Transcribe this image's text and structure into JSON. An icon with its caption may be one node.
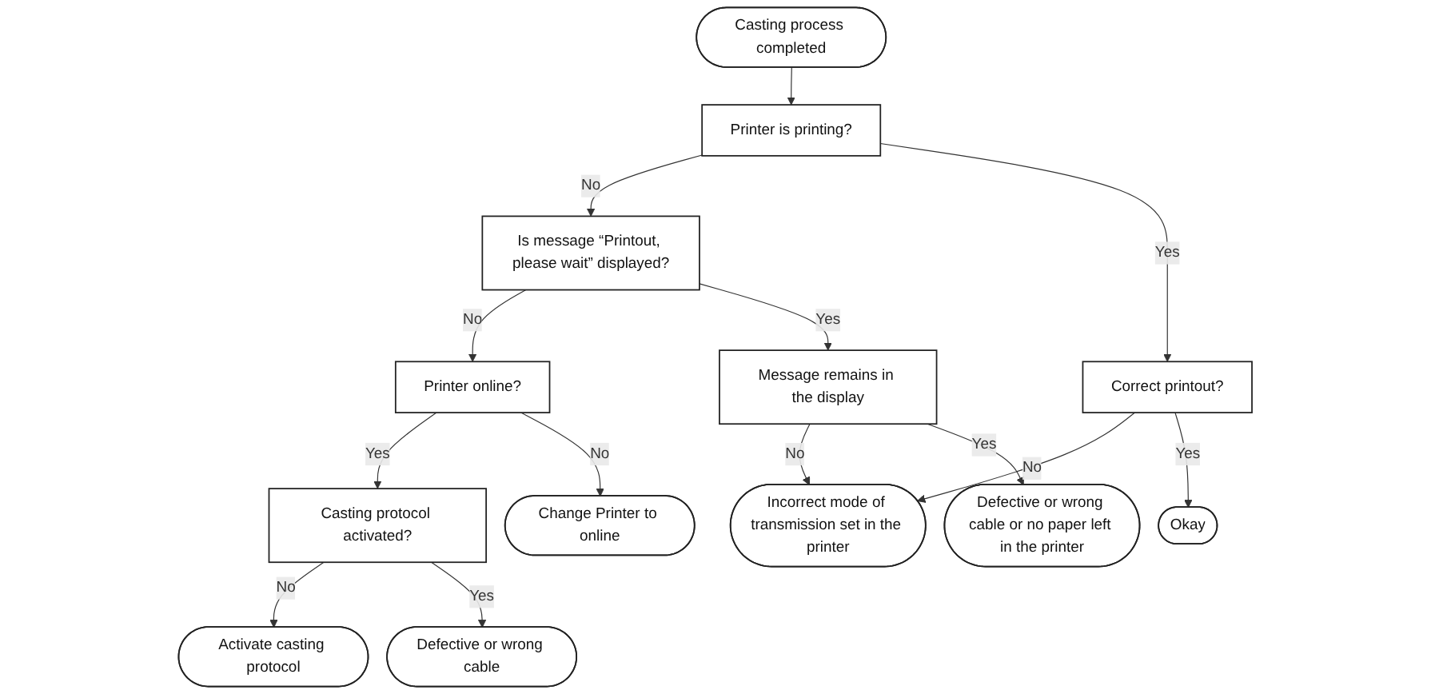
{
  "diagram": {
    "nodes": [
      {
        "text": [
          "Casting process completed"
        ]
      },
      {
        "text": [
          "Printer is printing?"
        ]
      },
      {
        "text": [
          "Is message “Printout, please wait” displayed?"
        ]
      },
      {
        "text": [
          "Printer online?"
        ]
      },
      {
        "text": [
          "Casting protocol activated?"
        ]
      },
      {
        "text": [
          "Message remains in the display"
        ]
      },
      {
        "text": [
          "Change Printer to online"
        ]
      },
      {
        "text": [
          "Activate casting protocol"
        ]
      },
      {
        "text": [
          "Correct printout?"
        ]
      },
      {
        "text": [
          "Okay"
        ]
      },
      {
        "text": [
          "Incorrect mode of transmission set in the printer"
        ]
      },
      {
        "text": [
          "Defective or wrong cable or no paper left in the printer"
        ]
      },
      {
        "text": [
          "Defective or wrong cable"
        ]
      }
    ],
    "edges": [
      {
        "from": 0,
        "to": 1,
        "arrow": "to"
      },
      {
        "from": 1,
        "to": 2,
        "arrow": "to",
        "label": "No"
      },
      {
        "from": 1,
        "to": 8,
        "arrow": "to",
        "label": "Yes"
      },
      {
        "from": 2,
        "to": 3,
        "arrow": "to",
        "label": "No"
      },
      {
        "from": 2,
        "to": 5,
        "arrow": "to",
        "label": "Yes"
      },
      {
        "from": 3,
        "to": 4,
        "arrow": "to",
        "label": "Yes"
      },
      {
        "from": 3,
        "to": 6,
        "arrow": "to",
        "label": "No"
      },
      {
        "from": 4,
        "to": 7,
        "arrow": "to",
        "label": "No"
      },
      {
        "from": 4,
        "to": 12,
        "arrow": "to",
        "label": "Yes"
      },
      {
        "from": 5,
        "to": 10,
        "arrow": "to",
        "label": "No"
      },
      {
        "from": 5,
        "to": 11,
        "arrow": "to",
        "label": "Yes"
      },
      {
        "from": 8,
        "to": 10,
        "arrow": "to",
        "label": "No"
      },
      {
        "from": 8,
        "to": 9,
        "arrow": "to",
        "label": "Yes"
      }
    ]
  }
}
